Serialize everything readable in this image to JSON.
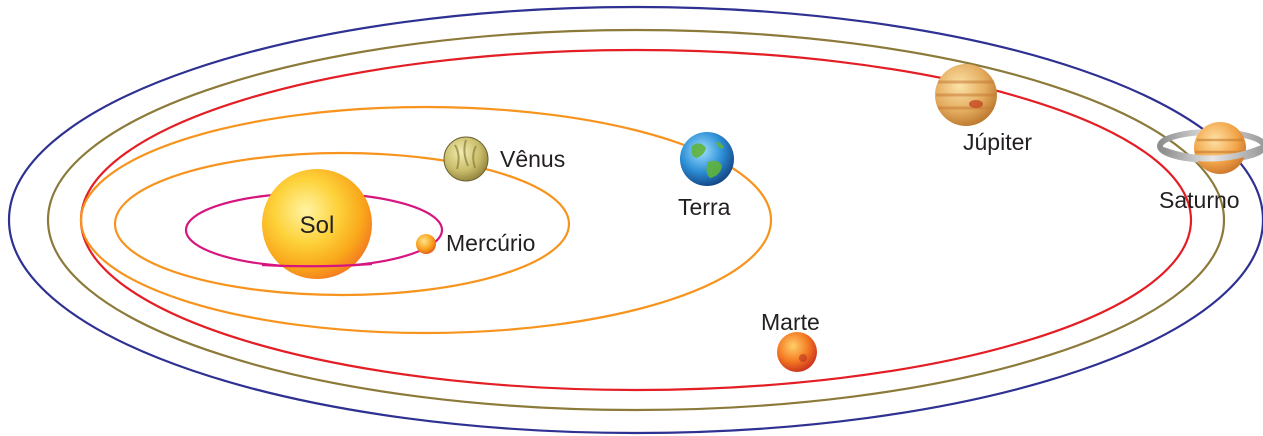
{
  "diagram": {
    "bodies": [
      {
        "id": "sun",
        "label": "Sol"
      },
      {
        "id": "mercury",
        "label": "Mercúrio"
      },
      {
        "id": "venus",
        "label": "Vênus"
      },
      {
        "id": "earth",
        "label": "Terra"
      },
      {
        "id": "mars",
        "label": "Marte"
      },
      {
        "id": "jupiter",
        "label": "Júpiter"
      },
      {
        "id": "saturn",
        "label": "Saturno"
      }
    ],
    "colors": {
      "mercury_orbit": "#d6157f",
      "venus_orbit": "#f7941d",
      "earth_orbit": "#f7941d",
      "mars_orbit": "#e31e24",
      "jupiter_orbit": "#8c7a3a",
      "saturn_orbit": "#2e3192",
      "sun": "#fbb040",
      "label_text": "#231f20"
    }
  }
}
